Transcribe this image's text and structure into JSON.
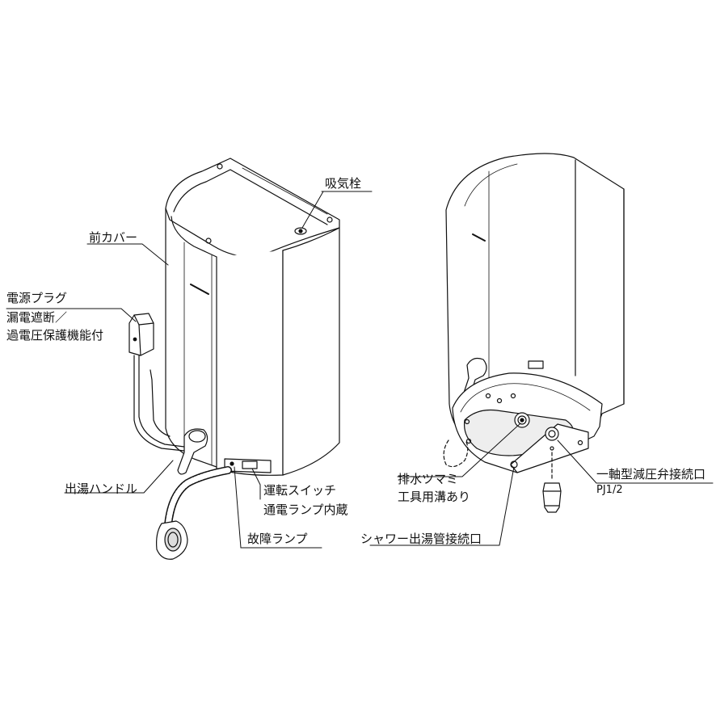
{
  "labels": {
    "intake_plug": "吸気栓",
    "front_cover": "前カバー",
    "power_plug": "電源プラグ",
    "leak_breaker": "漏電遮断／",
    "overvoltage": "過電圧保護機能付",
    "outlet_handle": "出湯ハンドル",
    "run_switch": "運転スイッチ",
    "power_lamp": "通電ランプ内蔵",
    "fault_lamp": "故障ランプ",
    "drain_knob": "排水ツマミ",
    "tool_groove": "工具用溝あり",
    "shower_outlet": "シャワー出湯管接続口",
    "reducing_valve": "一軸型減圧弁接続口",
    "pj": "PJ1/2"
  },
  "colors": {
    "line": "#111111",
    "paper": "#ffffff",
    "shade": "#e8e8e8"
  }
}
